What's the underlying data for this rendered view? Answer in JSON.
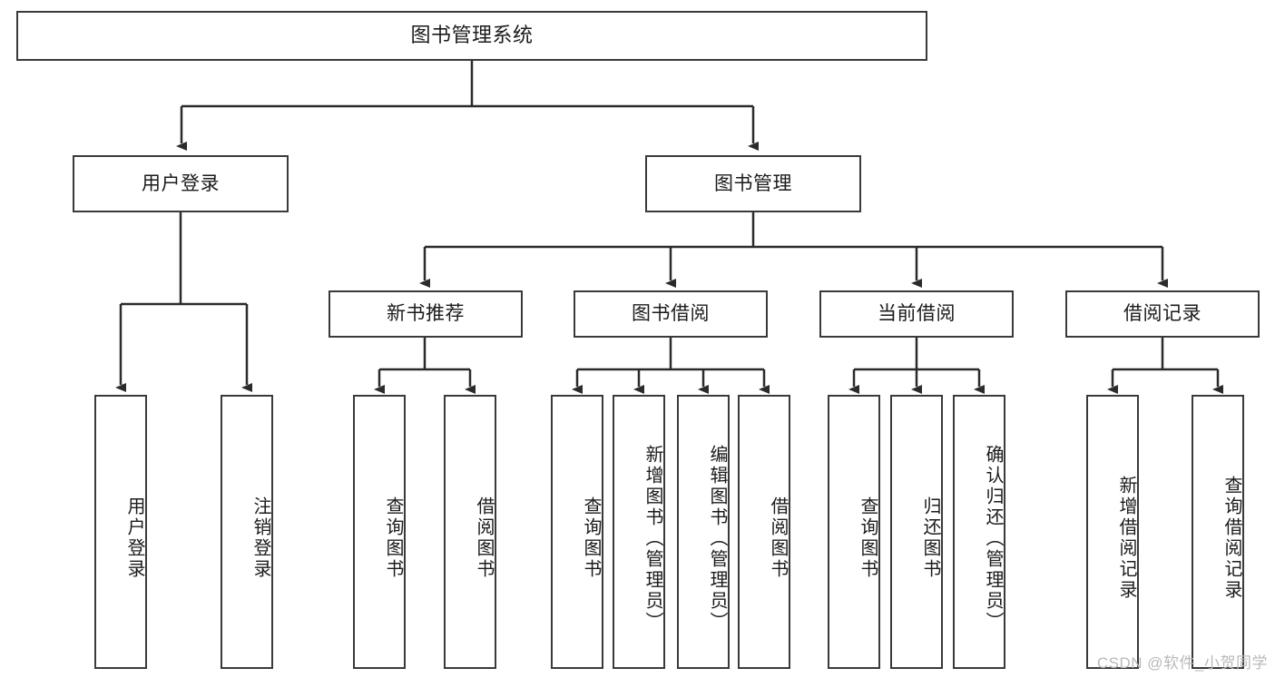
{
  "diagram": {
    "type": "tree",
    "title_node": {
      "label": "图书管理系统"
    },
    "level1": [
      {
        "label": "用户登录"
      },
      {
        "label": "图书管理"
      }
    ],
    "level2": [
      {
        "label": "新书推荐"
      },
      {
        "label": "图书借阅"
      },
      {
        "label": "当前借阅"
      },
      {
        "label": "借阅记录"
      }
    ],
    "leaves": {
      "user_login": [
        {
          "label": "用户登录"
        },
        {
          "label": "注销登录"
        }
      ],
      "new_book_recommend": [
        {
          "label": "查询图书"
        },
        {
          "label": "借阅图书"
        }
      ],
      "book_borrow": [
        {
          "label": "查询图书"
        },
        {
          "label": "新增图书（管理员）"
        },
        {
          "label": "编辑图书（管理员）"
        },
        {
          "label": "借阅图书"
        }
      ],
      "current_borrow": [
        {
          "label": "查询图书"
        },
        {
          "label": "归还图书"
        },
        {
          "label": "确认归还（管理员）"
        }
      ],
      "borrow_record": [
        {
          "label": "新增借阅记录"
        },
        {
          "label": "查询借阅记录"
        }
      ]
    }
  },
  "watermark": {
    "text": "CSDN @软件_小贺同学"
  },
  "colors": {
    "box_border": "#3a3a3a",
    "line": "#2b2b2b",
    "background": "#ffffff",
    "text": "#1b1b1b",
    "watermark": "#b9b9b9"
  }
}
